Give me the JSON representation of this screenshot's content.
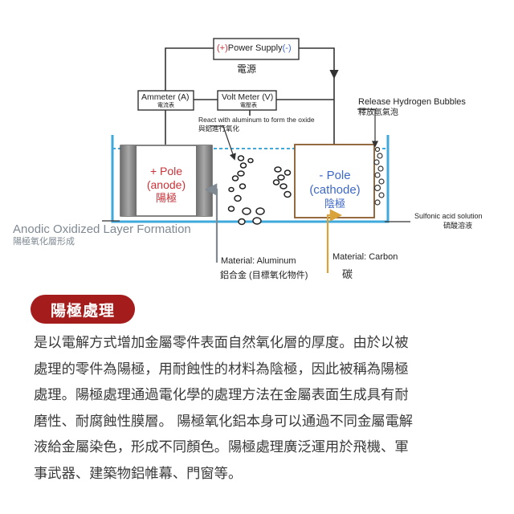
{
  "diagram": {
    "power_supply": {
      "plus": "(+)",
      "label": "Power Supply",
      "minus": "(-)",
      "zh": "電源"
    },
    "ammeter": {
      "label": "Ammeter (A)",
      "zh": "電流表"
    },
    "voltmeter": {
      "label": "Volt Meter (V)",
      "zh": "電壓表"
    },
    "react_note": {
      "en": "React with aluminum to form the oxide",
      "zh": "與鋁進行氧化"
    },
    "hydrogen": {
      "en": "Release Hydrogen Bubbles",
      "zh": "釋放氫氣泡"
    },
    "anode": {
      "line1": "+ Pole",
      "line2": "(anode)",
      "zh": "陽極"
    },
    "cathode": {
      "line1": "- Pole",
      "line2": "(cathode)",
      "zh": "陰極"
    },
    "sulfonic": {
      "en": "Sulfonic acid solution",
      "zh": "硫酸溶液"
    },
    "oxide_layer": {
      "en": "Anodic Oxidized Layer Formation",
      "zh": "陽極氧化層形成"
    },
    "material_aluminum": {
      "en": "Material: Aluminum",
      "zh": "鋁合金 (目標氧化物件)"
    },
    "material_carbon": {
      "en": "Material: Carbon",
      "zh": "碳"
    },
    "colors": {
      "red": "#c8333a",
      "blue": "#3d68c8",
      "brown": "#8b5a2b",
      "gold": "#d9a33a",
      "water": "#3fa9dc",
      "gray": "#7f8a92"
    }
  },
  "section": {
    "title": "陽極處理",
    "lines": [
      "是以電解方式增加金屬零件表面自然氧化層的厚度。由於以被",
      "處理的零件為陽極，用耐蝕性的材料為陰極，因此被稱為陽極",
      "處理。陽極處理通過電化學的處理方法在金屬表面生成具有耐",
      "磨性、耐腐蝕性膜層。 陽極氧化鋁本身可以通過不同金屬電解",
      "液給金屬染色，形成不同顏色。陽極處理廣泛運用於飛機、軍",
      "事武器、建築物鋁帷幕、門窗等。"
    ]
  }
}
